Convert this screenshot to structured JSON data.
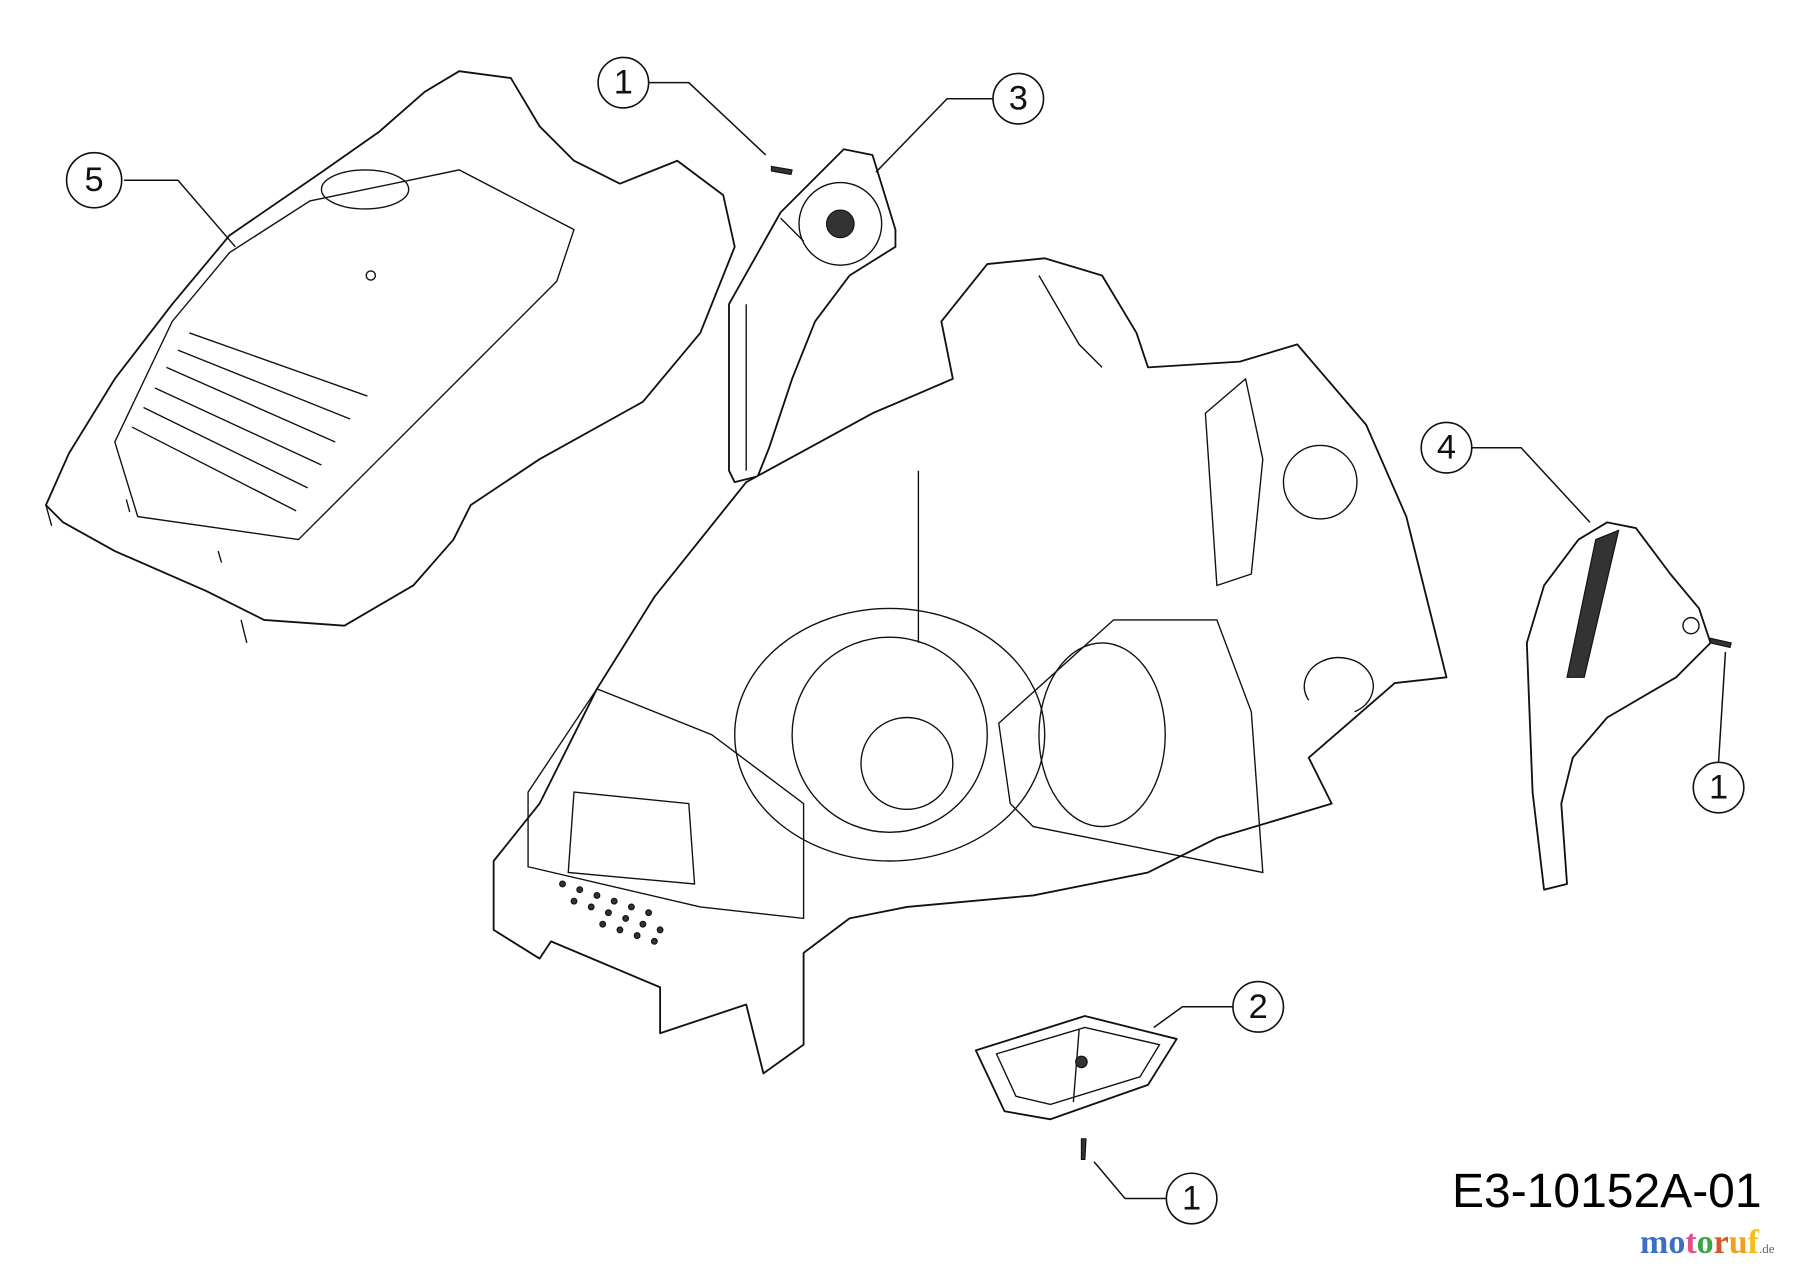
{
  "diagram": {
    "drawing_code": "E3-10152A-01",
    "callouts": [
      {
        "id": "callout-5",
        "label": "5",
        "part": "cover"
      },
      {
        "id": "callout-1a",
        "label": "1",
        "part": "screw-upper-left"
      },
      {
        "id": "callout-3",
        "label": "3",
        "part": "left-bracket"
      },
      {
        "id": "callout-4",
        "label": "4",
        "part": "right-bracket"
      },
      {
        "id": "callout-1b",
        "label": "1",
        "part": "screw-right"
      },
      {
        "id": "callout-2",
        "label": "2",
        "part": "flap-plate"
      },
      {
        "id": "callout-1c",
        "label": "1",
        "part": "screw-bottom"
      }
    ]
  },
  "watermark": {
    "letters": [
      {
        "ch": "m",
        "color": "#3b6fc4"
      },
      {
        "ch": "o",
        "color": "#3b6fc4"
      },
      {
        "ch": "t",
        "color": "#e0508a"
      },
      {
        "ch": "o",
        "color": "#3aa545"
      },
      {
        "ch": "r",
        "color": "#d9532b"
      },
      {
        "ch": "u",
        "color": "#f0a020"
      },
      {
        "ch": "f",
        "color": "#f0c020"
      }
    ],
    "suffix": ".de"
  }
}
